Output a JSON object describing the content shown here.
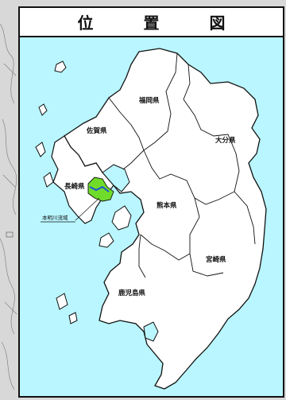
{
  "title": "位 置 図",
  "prefectures": [
    {
      "id": "fukuoka",
      "name": "福岡県"
    },
    {
      "id": "saga",
      "name": "佐賀県"
    },
    {
      "id": "nagasaki",
      "name": "長崎県"
    },
    {
      "id": "oita",
      "name": "大分県"
    },
    {
      "id": "kumamoto",
      "name": "熊本県"
    },
    {
      "id": "miyazaki",
      "name": "宮崎県"
    },
    {
      "id": "kagoshima",
      "name": "鹿児島県"
    }
  ],
  "callout": {
    "label": "本明川流域"
  },
  "colors": {
    "sea": "#b9f6ff",
    "land": "#ffffff",
    "basin": "#6fdc2a",
    "river": "#1d52d6",
    "border": "#111111"
  }
}
